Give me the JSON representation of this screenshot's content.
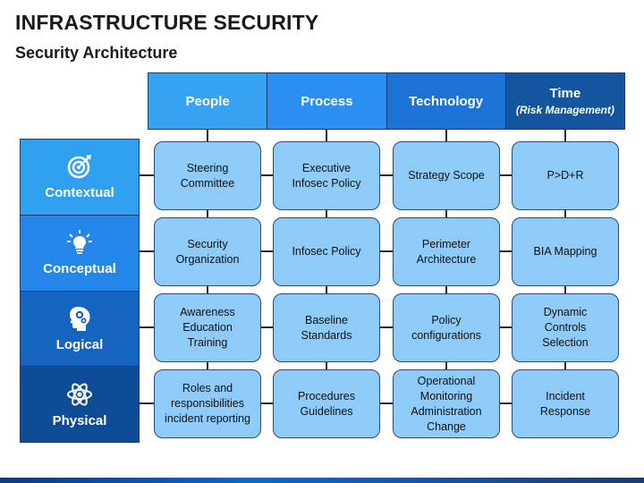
{
  "title": "INFRASTRUCTURE SECURITY",
  "subtitle": "Security Architecture",
  "colors": {
    "people": "#35a3f2",
    "process": "#2a8ff0",
    "technology": "#1d72d6",
    "time": "#13559e",
    "contextual": "#2fa0f0",
    "conceptual": "#2386e8",
    "logical": "#1565c0",
    "physical": "#0f4c97",
    "cell": "#8ecbf9"
  },
  "columns": [
    {
      "label": "People",
      "sub": ""
    },
    {
      "label": "Process",
      "sub": ""
    },
    {
      "label": "Technology",
      "sub": ""
    },
    {
      "label": "Time",
      "sub": "(Risk Management)"
    }
  ],
  "rows": [
    {
      "label": "Contextual",
      "icon": "target-icon"
    },
    {
      "label": "Conceptual",
      "icon": "lightbulb-icon"
    },
    {
      "label": "Logical",
      "icon": "head-gears-icon"
    },
    {
      "label": "Physical",
      "icon": "atom-icon"
    }
  ],
  "cells": [
    [
      "Steering\nCommittee",
      "Executive\nInfosec Policy",
      "Strategy Scope",
      "P>D+R"
    ],
    [
      "Security\nOrganization",
      "Infosec Policy",
      "Perimeter\nArchitecture",
      "BIA Mapping"
    ],
    [
      "Awareness\nEducation\nTraining",
      "Baseline\nStandards",
      "Policy\nconfigurations",
      "Dynamic\nControls\nSelection"
    ],
    [
      "Roles and\nresponsibilities\nincident reporting",
      "Procedures\nGuidelines",
      "Operational\nMonitoring\nAdministration\nChange",
      "Incident\nResponse"
    ]
  ]
}
